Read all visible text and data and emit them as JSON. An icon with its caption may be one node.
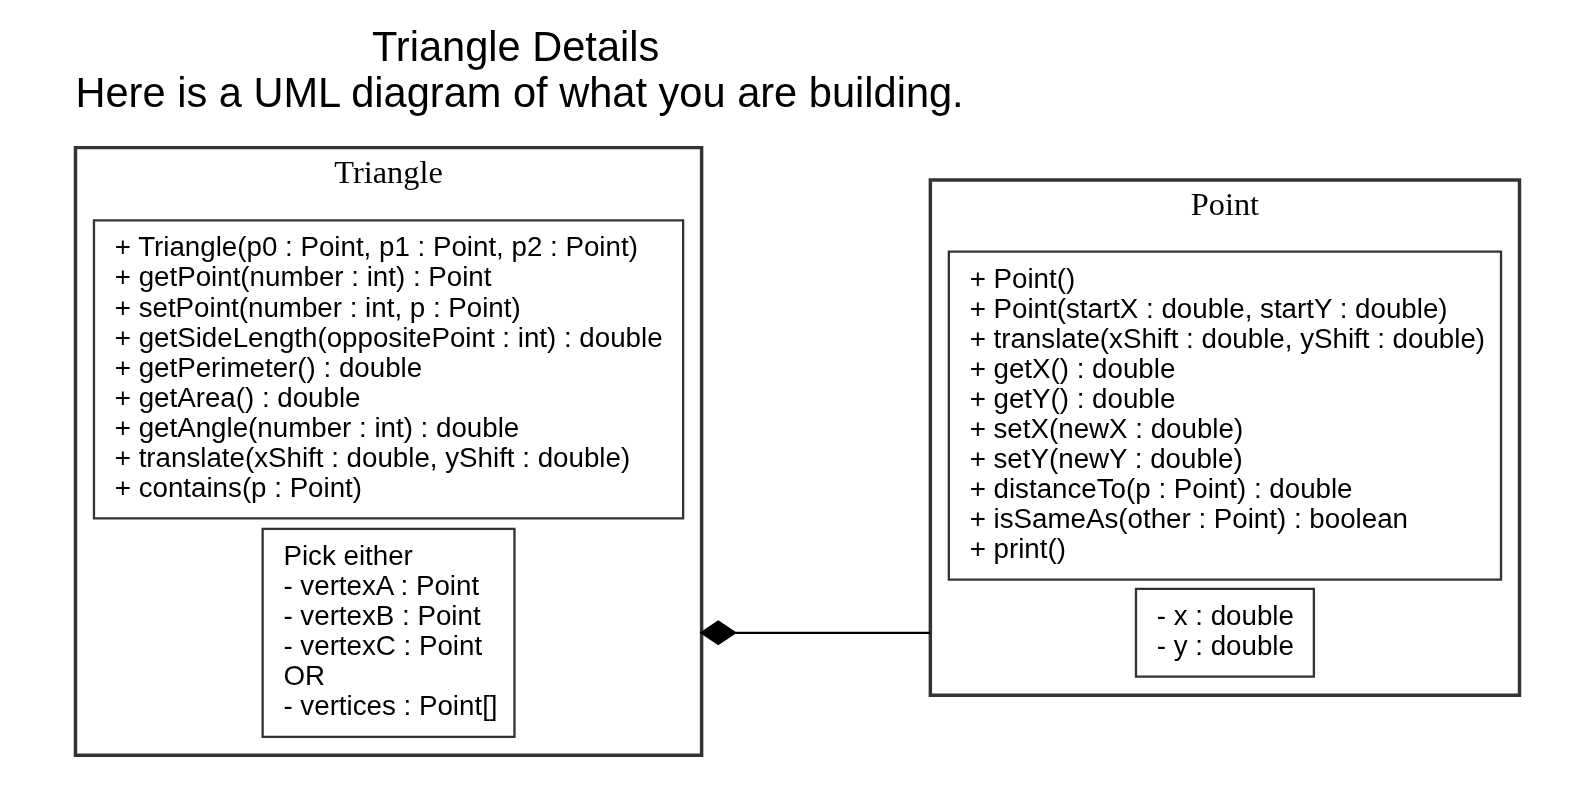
{
  "diagram": {
    "title": "Triangle Details",
    "caption": "Here is a UML diagram of what you are building.",
    "nodes": [
      {
        "text": [
          "Triangle"
        ]
      },
      {
        "text": [
          "Pick either",
          "- vertexA : Point",
          "- vertexB : Point",
          "- vertexC : Point",
          "OR",
          "- vertices : Point[]"
        ],
        "in": 0
      },
      {
        "text": [
          "+ Triangle(p0 : Point, p1 : Point, p2 : Point)",
          "+ getPoint(number : int) : Point",
          "+ setPoint(number : int, p : Point)",
          "+ getSideLength(oppositePoint : int) : double",
          "+ getPerimeter() : double",
          "+ getArea() : double",
          "+ getAngle(number : int) : double",
          "+ translate(xShift : double, yShift : double)",
          "+ contains(p : Point)"
        ],
        "in": 0
      },
      {
        "text": [
          "Point"
        ]
      },
      {
        "text": [
          "- x : double",
          "- y : double"
        ],
        "in": 3
      },
      {
        "text": [
          "+ Point()",
          "+ Point(startX : double, startY : double)",
          "+ translate(xShift : double, yShift : double)",
          "+ getX() : double",
          "+ getY() : double",
          "+ setX(newX : double)",
          "+ setY(newY : double)",
          "+ distanceTo(p : Point) : double",
          "+ isSameAs(other : Point) : boolean",
          "+ print()"
        ],
        "in": 3
      }
    ],
    "edges": [
      {
        "from": 0,
        "to": 3,
        "arrow": "other"
      }
    ]
  }
}
